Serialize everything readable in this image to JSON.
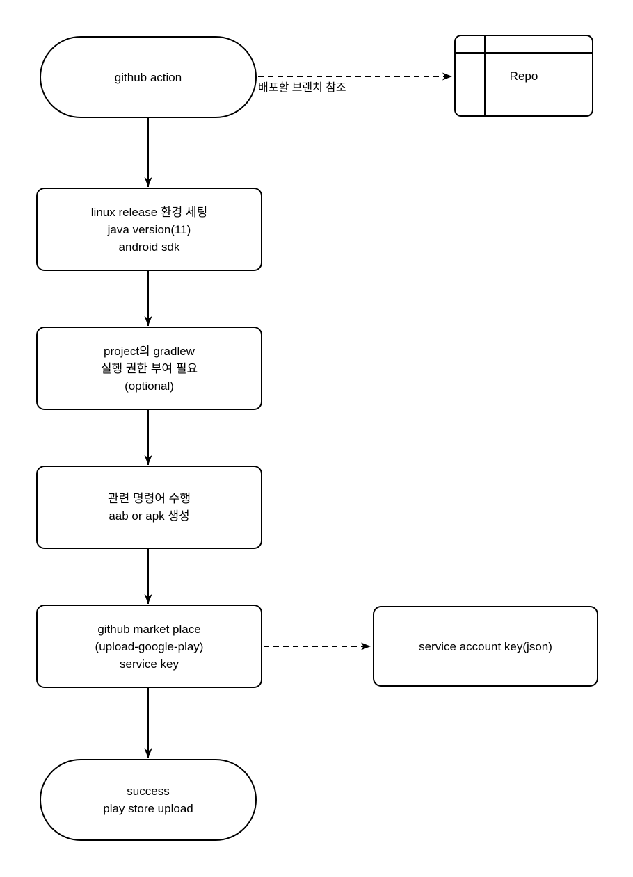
{
  "diagram": {
    "type": "flowchart",
    "colors": {
      "stroke": "#000000",
      "fill": "#ffffff",
      "text": "#000000"
    },
    "nodes": {
      "start": {
        "shape": "terminator",
        "label": "github action"
      },
      "repo": {
        "shape": "table",
        "label": "Repo"
      },
      "env_setup": {
        "shape": "rounded-rect",
        "lines": [
          "linux release 환경 세팅",
          "java version(11)",
          "android sdk"
        ]
      },
      "gradlew": {
        "shape": "rounded-rect",
        "lines": [
          "project의 gradlew",
          "실행 권한 부여 필요",
          "(optional)"
        ]
      },
      "build": {
        "shape": "rounded-rect",
        "lines": [
          "관련 명령어 수행",
          "aab or apk 생성"
        ]
      },
      "marketplace": {
        "shape": "rounded-rect",
        "lines": [
          "github market place",
          "(upload-google-play)",
          "service key"
        ]
      },
      "service_key": {
        "shape": "rounded-rect",
        "label": "service account key(json)"
      },
      "end": {
        "shape": "terminator",
        "lines": [
          "success",
          "play store upload"
        ]
      }
    },
    "edges": {
      "start_to_repo": {
        "style": "dashed",
        "label": "배포할 브랜치 참조"
      },
      "start_to_env_setup": {
        "style": "solid",
        "label": ""
      },
      "env_setup_to_gradlew": {
        "style": "solid",
        "label": ""
      },
      "gradlew_to_build": {
        "style": "solid",
        "label": ""
      },
      "build_to_marketplace": {
        "style": "solid",
        "label": ""
      },
      "marketplace_to_service_key": {
        "style": "dashed",
        "label": ""
      },
      "marketplace_to_end": {
        "style": "solid",
        "label": ""
      }
    }
  }
}
